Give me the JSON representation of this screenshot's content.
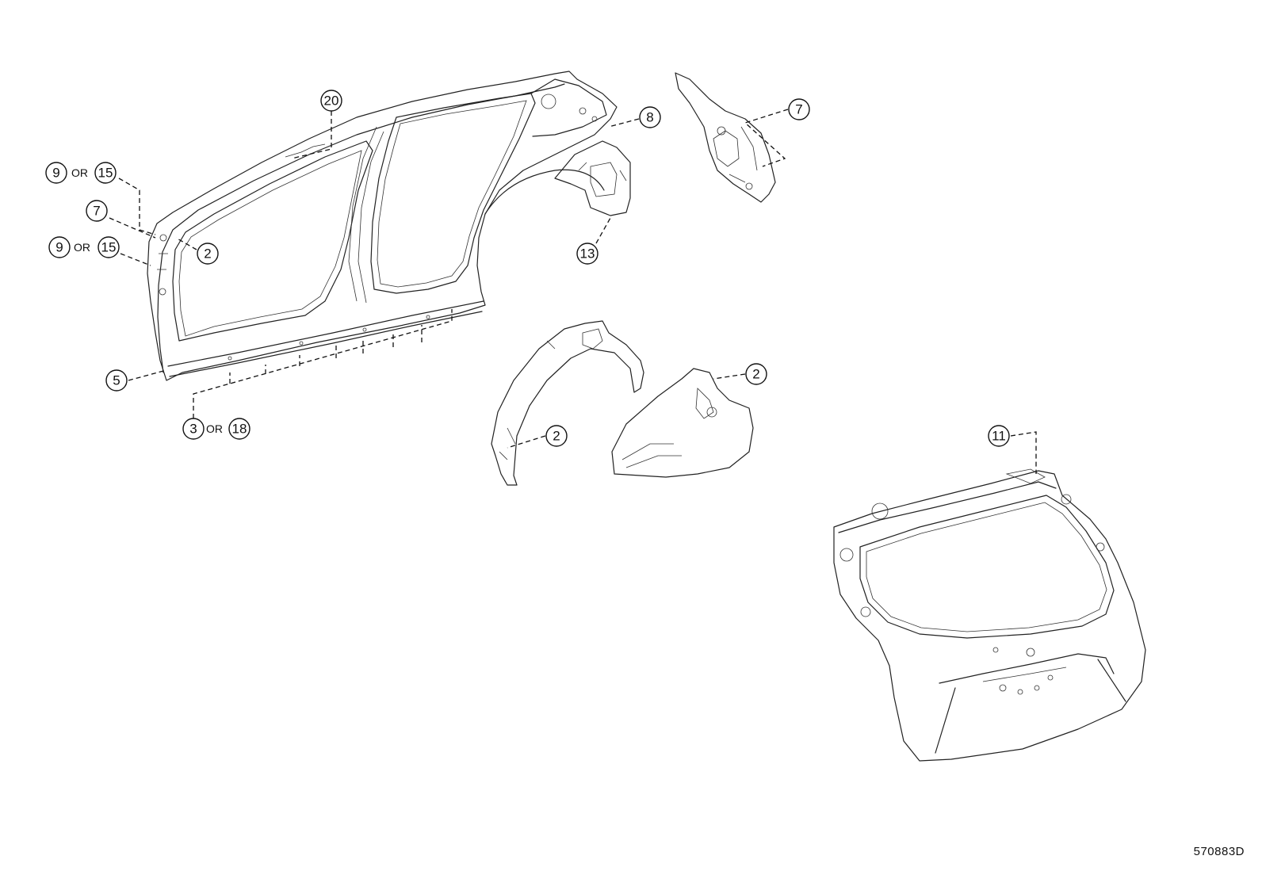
{
  "drawing_number": "570883D",
  "or_word": "OR",
  "callouts": {
    "c20": "20",
    "c9a": "9",
    "c15a": "15",
    "c7a": "7",
    "c2a": "2",
    "c9b": "9",
    "c15b": "15",
    "c5": "5",
    "c3": "3",
    "c18": "18",
    "c8": "8",
    "c13": "13",
    "c7b": "7",
    "c2b": "2",
    "c2c": "2",
    "c11": "11"
  }
}
